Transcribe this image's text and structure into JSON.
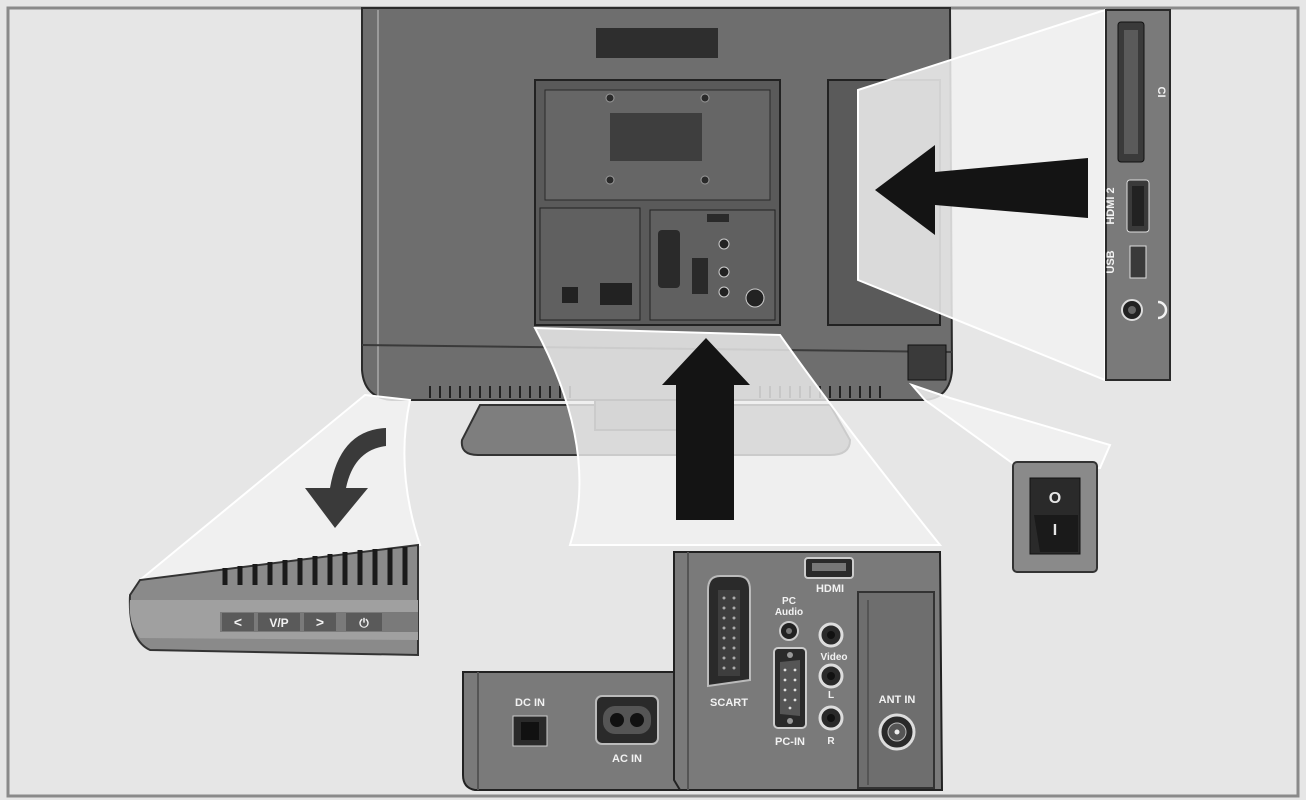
{
  "colors": {
    "background": "#e6e6e6",
    "frame": "#8a8a8a",
    "tv_body": "#6e6e6e",
    "tv_dark": "#3c3c3c",
    "panel": "#7a7a7a",
    "arrow": "#141414",
    "label_light": "#f2f2f2"
  },
  "rear_panel": {
    "dc_in": "DC IN",
    "ac_in": "AC IN",
    "scart": "SCART",
    "hdmi": "HDMI",
    "pc_audio_line1": "PC",
    "pc_audio_line2": "Audio",
    "video": "Video",
    "audio_l": "L",
    "audio_r": "R",
    "pc_in": "PC-IN",
    "ant_in": "ANT IN"
  },
  "side_panel": {
    "ci": "CI",
    "hdmi2": "HDMI 2",
    "usb": "USB"
  },
  "control_panel": {
    "left": "<",
    "vp": "V/P",
    "right": ">",
    "power": "⏻"
  },
  "power_switch": {
    "off": "O",
    "on": "I"
  },
  "icons": [
    "down-curved-arrow-icon",
    "up-arrow-icon",
    "left-arrow-icon",
    "headphones-icon",
    "power-icon"
  ]
}
